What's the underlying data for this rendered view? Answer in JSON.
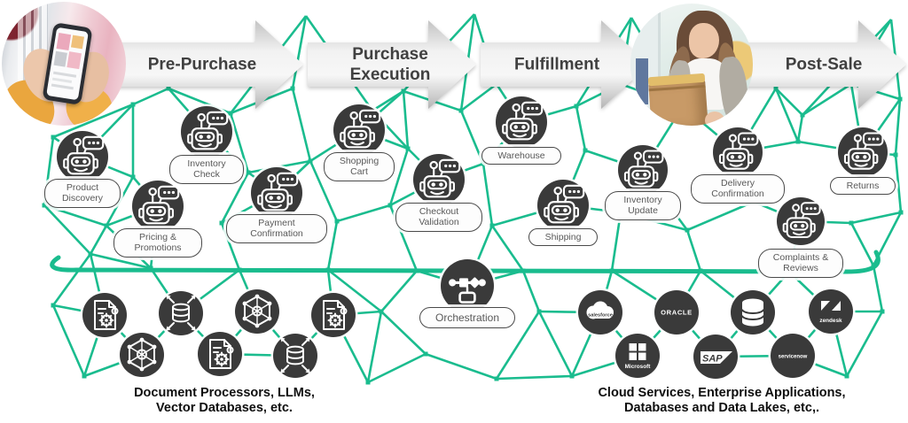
{
  "stages": [
    {
      "label": "Pre-Purchase"
    },
    {
      "label": "Purchase Execution"
    },
    {
      "label": "Fulfillment"
    },
    {
      "label": "Post-Sale"
    }
  ],
  "agents": [
    {
      "id": "product-discovery",
      "label": "Product Discovery"
    },
    {
      "id": "inventory-check",
      "label": "Inventory Check"
    },
    {
      "id": "pricing-promotions",
      "label": "Pricing & Promotions"
    },
    {
      "id": "payment-confirmation",
      "label": "Payment Confirmation"
    },
    {
      "id": "shopping-cart",
      "label": "Shopping Cart"
    },
    {
      "id": "checkout-validation",
      "label": "Checkout Validation"
    },
    {
      "id": "warehouse",
      "label": "Warehouse"
    },
    {
      "id": "shipping",
      "label": "Shipping"
    },
    {
      "id": "inventory-update",
      "label": "Inventory Update"
    },
    {
      "id": "delivery-confirmation",
      "label": "Delivery Confirmation"
    },
    {
      "id": "returns",
      "label": "Returns"
    },
    {
      "id": "complaints-reviews",
      "label": "Complaints & Reviews"
    }
  ],
  "orchestration": {
    "label": "Orchestration"
  },
  "tool_icons": [
    {
      "name": "document-processor-icon"
    },
    {
      "name": "vector-database-icon"
    },
    {
      "name": "llm-network-icon"
    },
    {
      "name": "document-processor-icon"
    },
    {
      "name": "llm-network-icon"
    },
    {
      "name": "document-processor-icon"
    },
    {
      "name": "vector-database-icon"
    }
  ],
  "logos": [
    {
      "name": "salesforce",
      "label": "salesforce"
    },
    {
      "name": "oracle",
      "label": "ORACLE"
    },
    {
      "name": "database",
      "label": ""
    },
    {
      "name": "zendesk",
      "label": "zendesk"
    },
    {
      "name": "microsoft",
      "label": "Microsoft"
    },
    {
      "name": "sap",
      "label": "SAP"
    },
    {
      "name": "servicenow",
      "label": "servicenow"
    }
  ],
  "captions": {
    "left": [
      "Document Processors, LLMs,",
      "Vector Databases, etc."
    ],
    "right": [
      "Cloud Services, Enterprise Applications,",
      "Databases and Data Lakes, etc,."
    ]
  },
  "colors": {
    "mesh_green": "#1abc8e",
    "node_dark": "#3a3a3a",
    "arrow_text": "#404040",
    "pill_text": "#595959"
  }
}
